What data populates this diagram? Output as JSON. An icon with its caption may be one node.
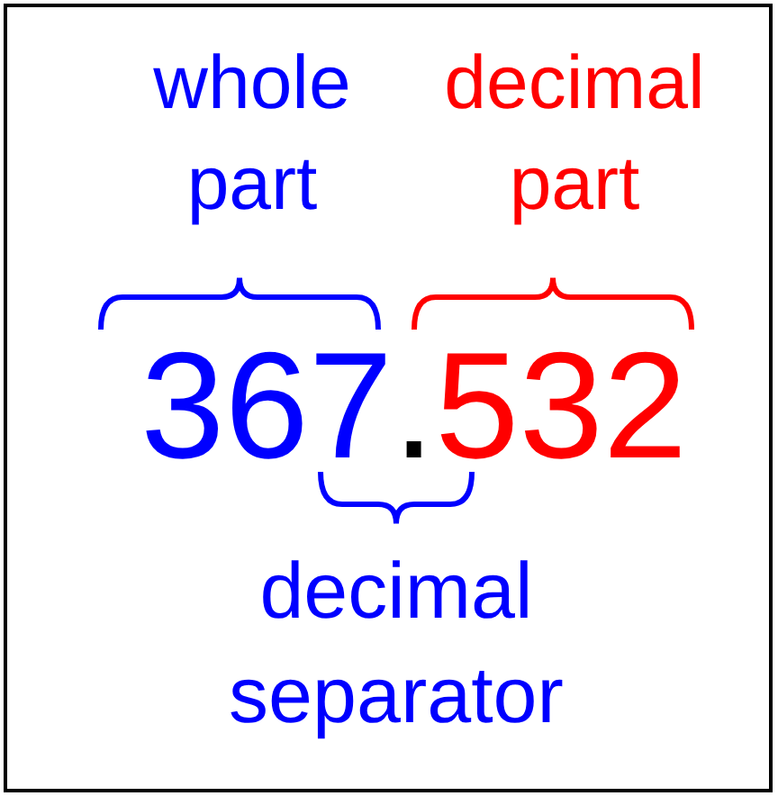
{
  "diagram": {
    "labels": [
      "whole part",
      "decimal part",
      "367",
      ".",
      "532",
      "decimal separator"
    ]
  }
}
